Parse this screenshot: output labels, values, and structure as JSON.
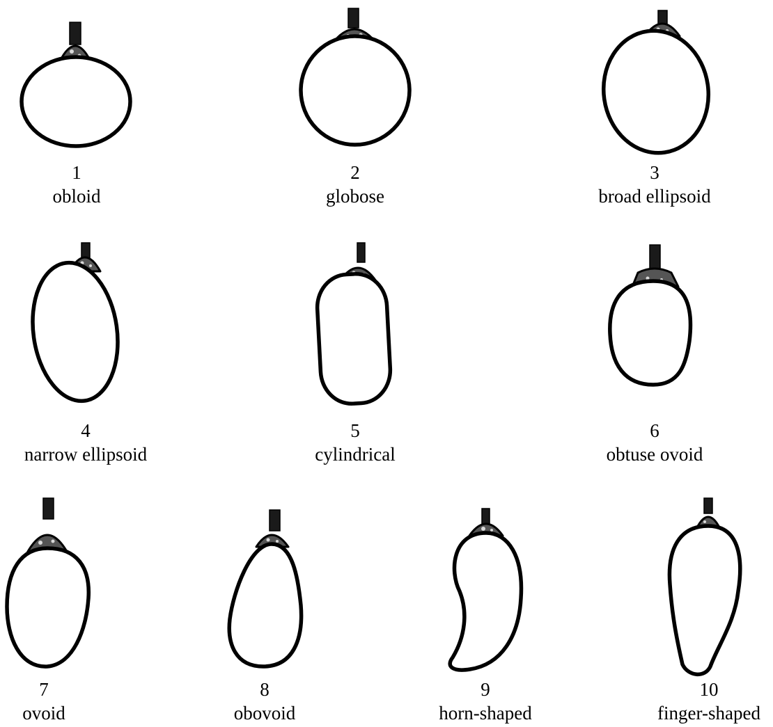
{
  "shapes": [
    {
      "number": "1",
      "name": "obloid",
      "icon": "obloid-fruit-icon"
    },
    {
      "number": "2",
      "name": "globose",
      "icon": "globose-fruit-icon"
    },
    {
      "number": "3",
      "name": "broad ellipsoid",
      "icon": "broad-ellipsoid-fruit-icon"
    },
    {
      "number": "4",
      "name": "narrow ellipsoid",
      "icon": "narrow-ellipsoid-fruit-icon"
    },
    {
      "number": "5",
      "name": "cylindrical",
      "icon": "cylindrical-fruit-icon"
    },
    {
      "number": "6",
      "name": "obtuse ovoid",
      "icon": "obtuse-ovoid-fruit-icon"
    },
    {
      "number": "7",
      "name": "ovoid",
      "icon": "ovoid-fruit-icon"
    },
    {
      "number": "8",
      "name": "obovoid",
      "icon": "obovoid-fruit-icon"
    },
    {
      "number": "9",
      "name": "horn-shaped",
      "icon": "horn-shaped-fruit-icon"
    },
    {
      "number": "10",
      "name": "finger-shaped",
      "icon": "finger-shaped-fruit-icon"
    }
  ],
  "colors": {
    "background": "#ffffff",
    "outline": "#000000",
    "calyx": "#555555"
  }
}
